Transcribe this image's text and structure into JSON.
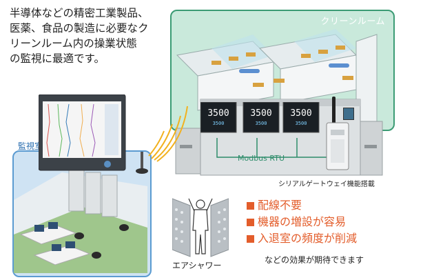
{
  "intro_text": "半導体などの精密工業製品、\n医薬、食品の製造に必要なク\nリーンルーム内の操業状態\nの監視に最適です。",
  "clean_room": {
    "label": "クリーンルーム",
    "fill": "#c9e9db",
    "border": "#3b9b74"
  },
  "monitoring_room": {
    "label": "監視室",
    "fill": "#cfe3f3",
    "border": "#5b9bd1"
  },
  "network": {
    "label": "Modbus RTU",
    "color": "#2d8c6a"
  },
  "gateway": {
    "label": "シリアルゲートウェイ機能搭載"
  },
  "controllers": [
    {
      "pv": "3500",
      "sp": "3500"
    },
    {
      "pv": "3500",
      "sp": "3500"
    },
    {
      "pv": "3500",
      "sp": "3500"
    }
  ],
  "air_shower": {
    "label": "エアシャワー"
  },
  "benefits": {
    "items": [
      "配線不要",
      "機器の増設が容易",
      "入退室の頻度が削減"
    ],
    "footer": "などの効果が期待できます",
    "color": "#e35d2b"
  }
}
